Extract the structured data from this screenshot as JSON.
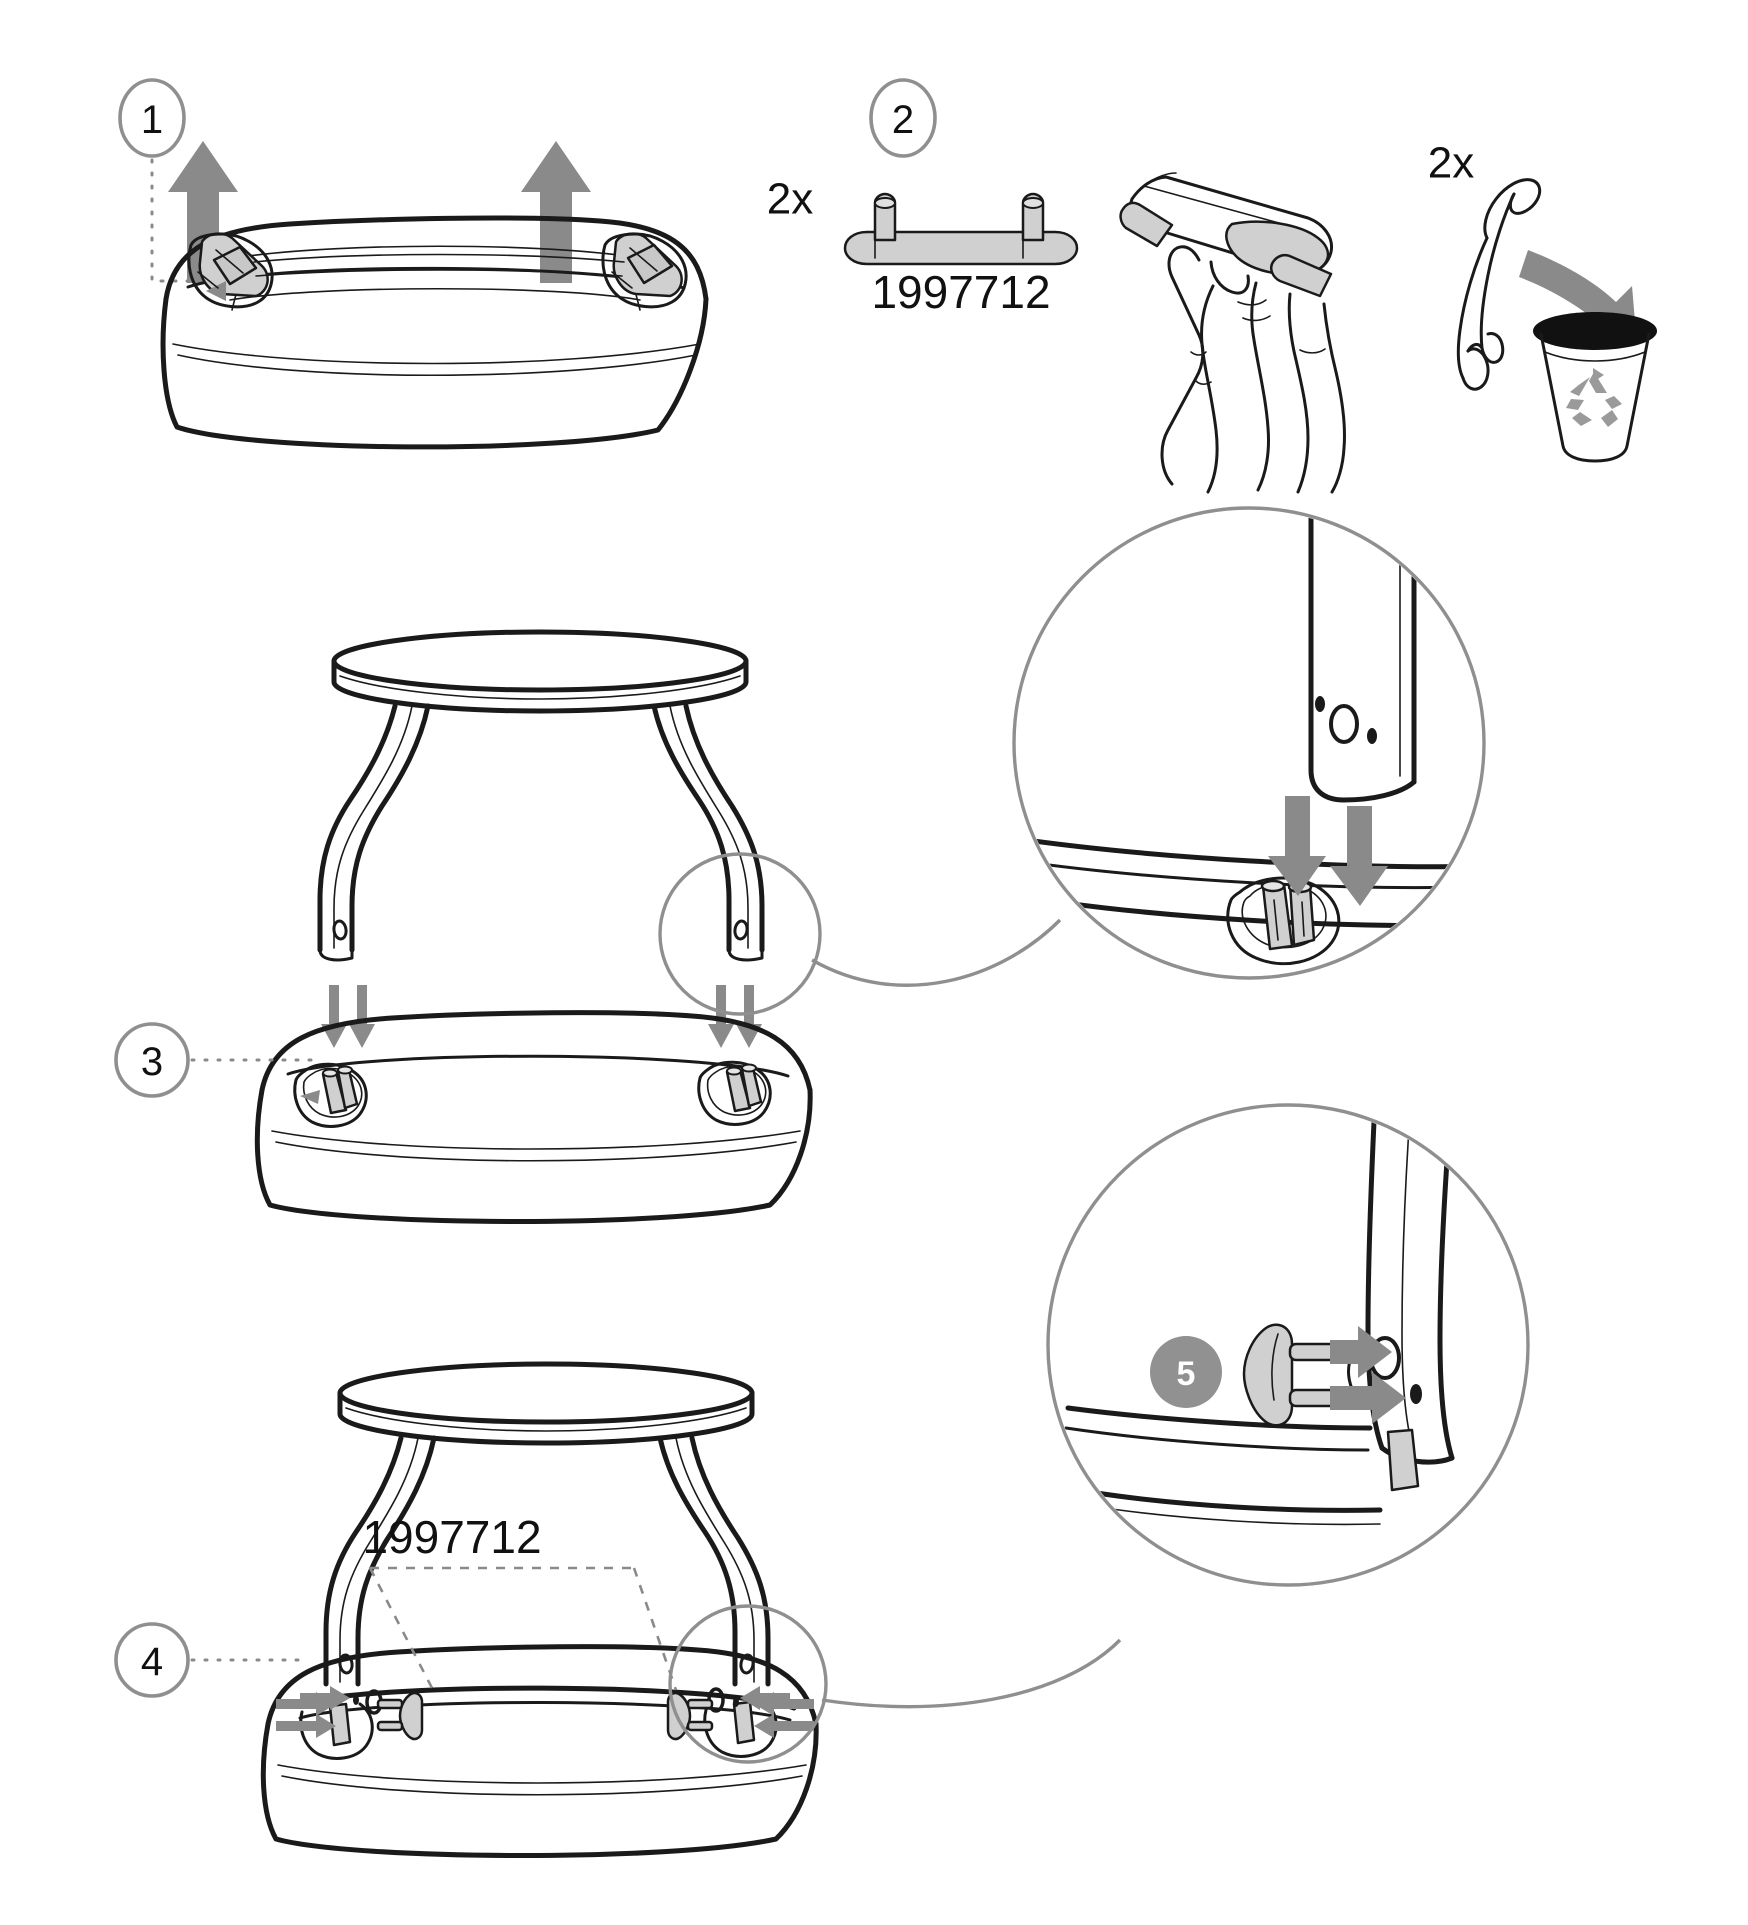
{
  "document": {
    "type": "furniture-assembly-instructions",
    "background_color": "#ffffff",
    "ink_color": "#1a1a1a",
    "accent_grey": "#8f8f8f",
    "arrow_grey": "#8a8a8a",
    "part_fill": "#d0d0d0"
  },
  "steps": [
    {
      "number": "1",
      "marker_style": "outline-circle",
      "action": "remove-transport-clips",
      "arrows": "two-up-arrows",
      "leader": "dotted-elbow-to-left-clip"
    },
    {
      "number": "2",
      "marker_style": "outline-circle",
      "action": "detach-and-discard-clip",
      "part_quantity": "2x",
      "part_number": "1997712",
      "discard_quantity": "2x",
      "discard_target": "recycling-bin"
    },
    {
      "number": "3",
      "marker_style": "outline-circle",
      "action": "insert-legs-into-base-sockets",
      "arrows": "two-down-arrows",
      "leader": "dotted-to-socket",
      "detail_callout": "circle-zoom-right"
    },
    {
      "number": "4",
      "marker_style": "outline-circle",
      "action": "insert-locking-pins",
      "part_number": "1997712",
      "arrows": "horizontal-push-arrows",
      "leader": "dotted-to-pin",
      "detail_callout": "circle-zoom-right"
    },
    {
      "number": "5",
      "marker_style": "filled-circle",
      "action": "push-pin-into-leg-holes",
      "arrows": "two-right-arrows"
    }
  ],
  "labels": {
    "step1": "1",
    "step2": "2",
    "step3": "3",
    "step4": "4",
    "step5": "5",
    "qty_part": "2x",
    "qty_discard": "2x",
    "part_number_step2": "1997712",
    "part_number_step4": "1997712"
  },
  "icons": {
    "recycle": "recycle-icon",
    "trash_bin": "trash-bin-icon",
    "hand": "hand-icon",
    "up_arrow": "arrow-up-icon",
    "down_arrow": "arrow-down-icon",
    "right_arrow": "arrow-right-icon"
  }
}
